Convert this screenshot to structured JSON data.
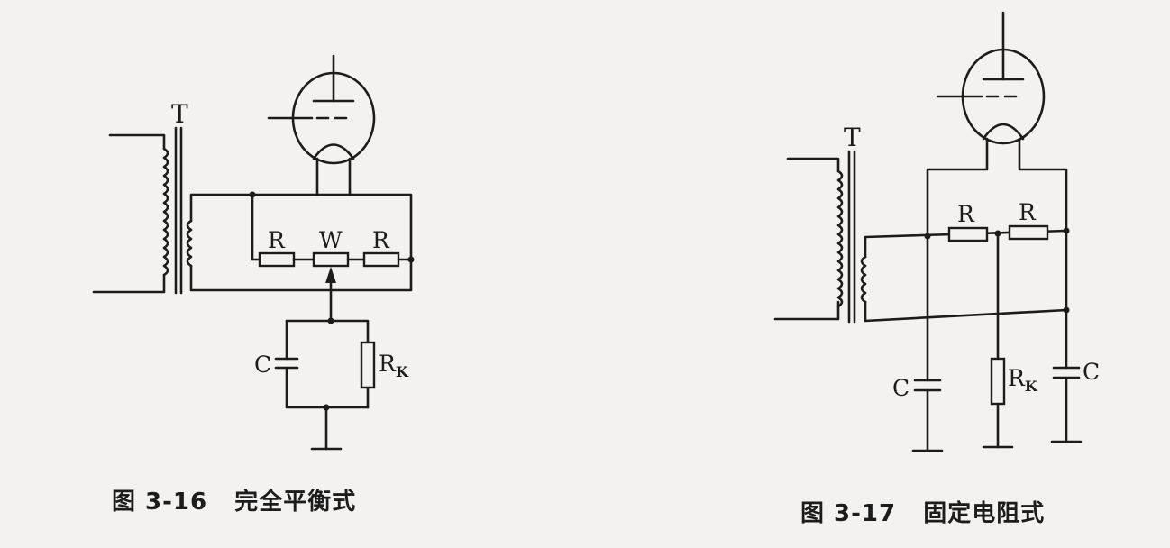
{
  "figure_left": {
    "caption": "图 3-16   完全平衡式",
    "labels": {
      "transformer": "T",
      "res_left": "R",
      "pot": "W",
      "res_right": "R",
      "cap": "C",
      "rk_main": "R",
      "rk_sub": "K"
    }
  },
  "figure_right": {
    "caption": "图 3-17   固定电阻式",
    "labels": {
      "transformer": "T",
      "res_left": "R",
      "res_right": "R",
      "cap_left": "C",
      "rk_main": "R",
      "rk_sub": "K",
      "cap_right": "C"
    }
  }
}
